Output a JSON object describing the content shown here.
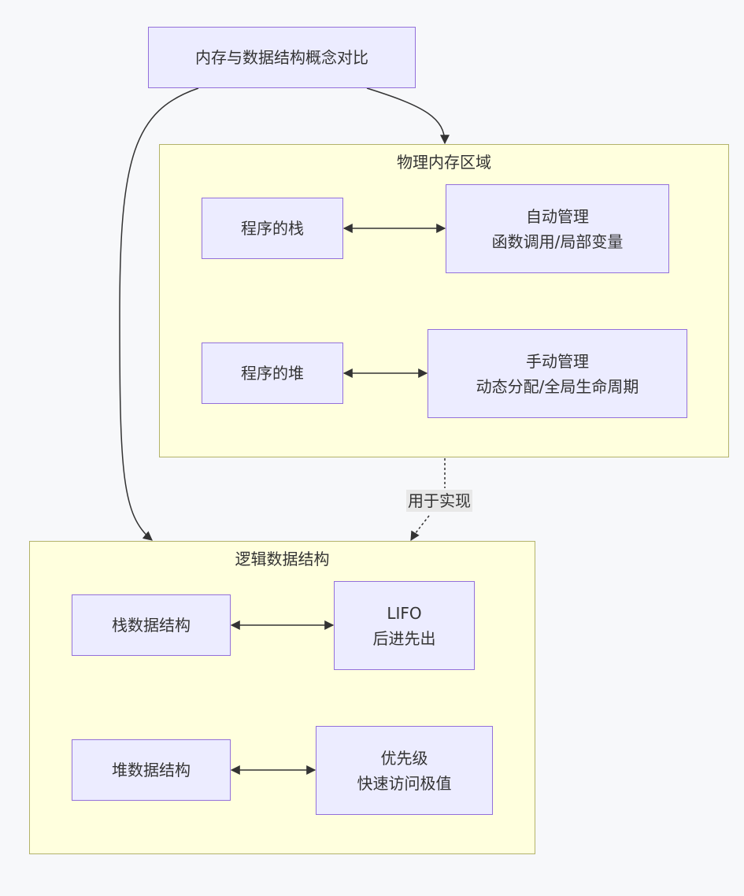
{
  "root": {
    "label": "内存与数据结构概念对比"
  },
  "physical": {
    "title": "物理内存区域",
    "stack": {
      "label": "程序的栈"
    },
    "stack_desc": {
      "line1": "自动管理",
      "line2": "函数调用/局部变量"
    },
    "heap": {
      "label": "程序的堆"
    },
    "heap_desc": {
      "line1": "手动管理",
      "line2": "动态分配/全局生命周期"
    }
  },
  "edge_label": "用于实现",
  "logical": {
    "title": "逻辑数据结构",
    "stack": {
      "label": "栈数据结构"
    },
    "stack_desc": {
      "line1": "LIFO",
      "line2": "后进先出"
    },
    "heap": {
      "label": "堆数据结构"
    },
    "heap_desc": {
      "line1": "优先级",
      "line2": "快速访问极值"
    }
  },
  "colors": {
    "node_fill": "#ececff",
    "node_border": "#9370db",
    "cluster_fill": "#ffffde",
    "cluster_border": "#b3b36b",
    "edge": "#333333",
    "background": "#f7f8fa"
  }
}
